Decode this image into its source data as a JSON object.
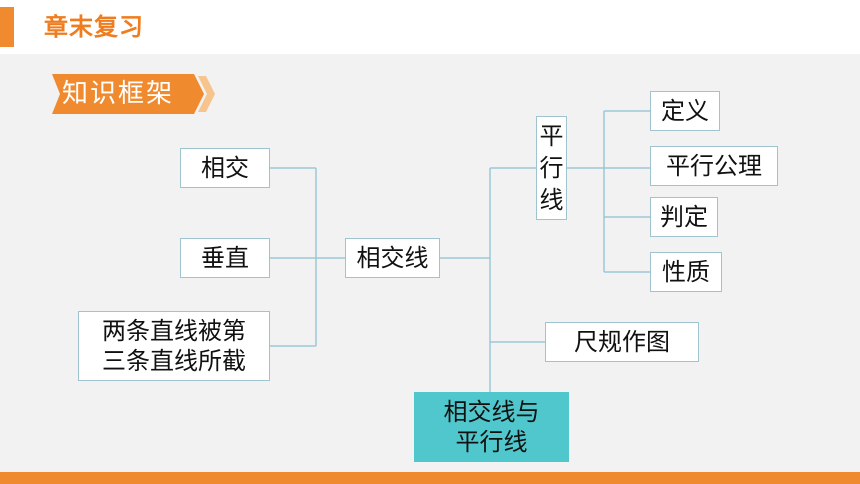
{
  "header": {
    "title": "章末复习"
  },
  "badge": {
    "label": "知识框架"
  },
  "nodes": {
    "xiangjiao": "相交",
    "chuizhi": "垂直",
    "sanxian_line1": "两条直线被第",
    "sanxian_line2": "三条直线所截",
    "xiangjiaoxian": "相交线",
    "pingxingxian_chars": [
      "平",
      "行",
      "线"
    ],
    "dingyi": "定义",
    "gongli": "平行公理",
    "panding": "判定",
    "xingzhi": "性质",
    "chigui": "尺规作图",
    "center_line1": "相交线与",
    "center_line2": "平行线"
  },
  "colors": {
    "accent": "#f08a2f",
    "header_text": "#ef7d1f",
    "center_fill": "#4fc7cc",
    "node_border": "#9fc4cf",
    "connector": "#9cc7d6"
  }
}
